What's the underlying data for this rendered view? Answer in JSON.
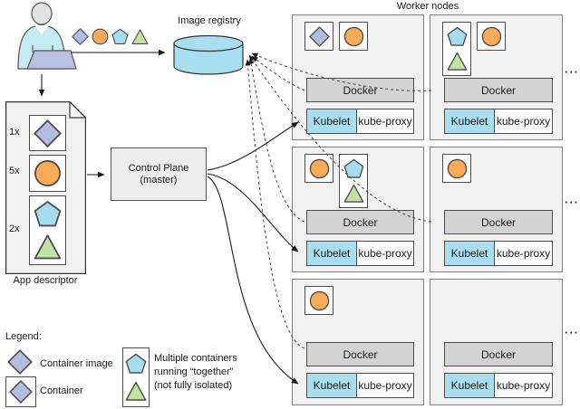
{
  "colors": {
    "diamond": "#b3bce3",
    "circle": "#f9ab57",
    "pentagon": "#a5dcee",
    "triangle": "#c3e3a4",
    "kubelet_bg": "#a9ddf0",
    "docker_bg": "#d3d3d3",
    "node_bg": "#f1f1f1",
    "registry_fill": "#a9ddf0",
    "stroke": "#4d4d4d"
  },
  "registry": {
    "label": "Image registry"
  },
  "pushed_images": [
    "diamond",
    "circle",
    "pentagon",
    "triangle"
  ],
  "control_plane": {
    "line1": "Control Plane",
    "line2": "(master)"
  },
  "worker_nodes_title": "Worker nodes",
  "ellipsis": "···",
  "app_descriptor": {
    "label": "App descriptor",
    "items": [
      {
        "count": "1x",
        "type": "container",
        "shapes": [
          "diamond"
        ]
      },
      {
        "count": "5x",
        "type": "container",
        "shapes": [
          "circle"
        ]
      },
      {
        "count": "2x",
        "type": "pod",
        "shapes": [
          "pentagon",
          "triangle"
        ]
      }
    ]
  },
  "worker_nodes": [
    {
      "containers": [
        {
          "type": "container",
          "shapes": [
            "diamond"
          ]
        },
        {
          "type": "container",
          "shapes": [
            "circle"
          ]
        }
      ],
      "docker": "Docker",
      "kubelet": "Kubelet",
      "kube_proxy": "kube-proxy"
    },
    {
      "containers": [
        {
          "type": "pod",
          "shapes": [
            "pentagon",
            "triangle"
          ]
        },
        {
          "type": "container",
          "shapes": [
            "circle"
          ]
        }
      ],
      "docker": "Docker",
      "kubelet": "Kubelet",
      "kube_proxy": "kube-proxy"
    },
    {
      "containers": [
        {
          "type": "container",
          "shapes": [
            "circle"
          ]
        },
        {
          "type": "pod",
          "shapes": [
            "pentagon",
            "triangle"
          ]
        }
      ],
      "docker": "Docker",
      "kubelet": "Kubelet",
      "kube_proxy": "kube-proxy"
    },
    {
      "containers": [
        {
          "type": "container",
          "shapes": [
            "circle"
          ]
        }
      ],
      "docker": "Docker",
      "kubelet": "Kubelet",
      "kube_proxy": "kube-proxy"
    },
    {
      "containers": [
        {
          "type": "container",
          "shapes": [
            "circle"
          ]
        }
      ],
      "docker": "Docker",
      "kubelet": "Kubelet",
      "kube_proxy": "kube-proxy"
    },
    {
      "containers": [],
      "docker": "Docker",
      "kubelet": "Kubelet",
      "kube_proxy": "kube-proxy"
    }
  ],
  "legend": {
    "title": "Legend:",
    "container_image_label": "Container image",
    "container_label": "Container",
    "pod_label_lines": [
      "Multiple containers",
      "running “together”",
      "(not fully isolated)"
    ]
  }
}
